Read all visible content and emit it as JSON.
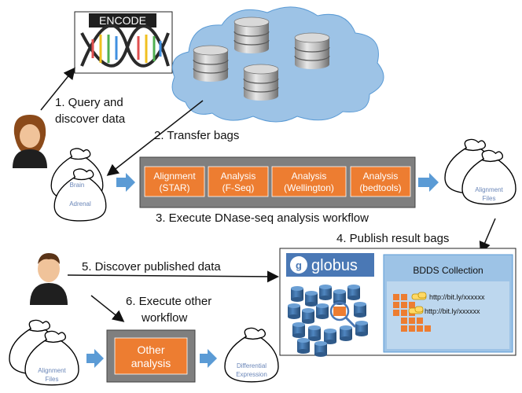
{
  "steps": {
    "s1_line1": "1. Query and",
    "s1_line2": "discover data",
    "s2": "2. Transfer bags",
    "s3": "3. Execute DNase-seq analysis workflow",
    "s4": "4. Publish result  bags",
    "s5": "5. Discover published data",
    "s6_line1": "6. Execute other",
    "s6_line2": "workflow"
  },
  "encode": {
    "logo_text": "ENCODE"
  },
  "input_bags": {
    "bag1": "Brain",
    "bag2": "Adrenal"
  },
  "workflow": {
    "steps": [
      {
        "line1": "Alignment",
        "line2": "(STAR)"
      },
      {
        "line1": "Analysis",
        "line2": "(F-Seq)"
      },
      {
        "line1": "Analysis",
        "line2": "(Wellington)"
      },
      {
        "line1": "Analysis",
        "line2": "(bedtools)"
      }
    ]
  },
  "result_bags": {
    "line1": "Alignment",
    "line2": "Files"
  },
  "globus": {
    "logo_text": "globus",
    "collection_title": "BDDS Collection",
    "links": [
      "http://bit.ly/xxxxxx",
      "http://bit.ly/xxxxxx"
    ]
  },
  "bottom": {
    "left_bag_line1": "Alignment",
    "left_bag_line2": "Files",
    "other_line1": "Other",
    "other_line2": "analysis",
    "out_bag_line1": "Differential",
    "out_bag_line2": "Expression"
  },
  "colors": {
    "arrow_blue": "#5b9bd5",
    "orange": "#ed7d31",
    "gray_box": "#7f7f7f",
    "globus_bg": "#dbe7f4",
    "globus_panel": "#9dc3e6",
    "cloud": "#9dc3e6"
  }
}
